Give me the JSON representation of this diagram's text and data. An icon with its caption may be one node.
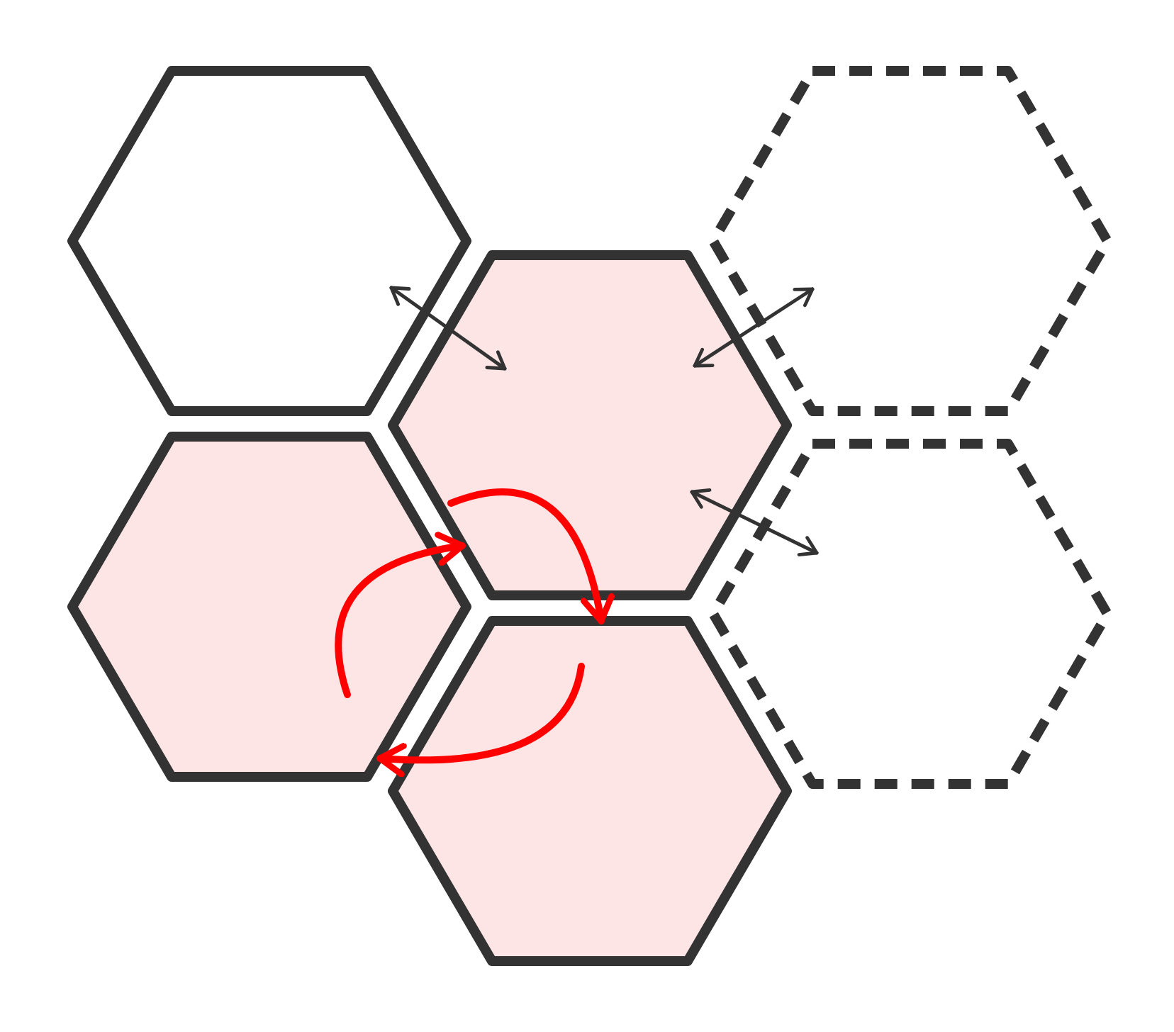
{
  "diagram": {
    "nodes": [
      {
        "text": [],
        "shape": "hexagon"
      },
      {
        "text": [],
        "shape": "hexagon"
      },
      {
        "text": [],
        "shape": "hexagon"
      },
      {
        "text": [],
        "shape": "hexagon"
      },
      {
        "text": [],
        "shape": "hexagon"
      },
      {
        "text": [],
        "shape": "hexagon"
      }
    ],
    "edges": [
      {
        "from": 0,
        "to": 2,
        "arrow": "both"
      },
      {
        "from": 2,
        "to": 1,
        "arrow": "both"
      },
      {
        "from": 2,
        "to": 4,
        "arrow": "both"
      },
      {
        "from": 3,
        "to": 2,
        "arrow": "to",
        "style": "thick",
        "color": "#ff0000"
      },
      {
        "from": 2,
        "to": 5,
        "arrow": "to",
        "style": "thick",
        "color": "#ff0000"
      },
      {
        "from": 5,
        "to": 3,
        "arrow": "to",
        "style": "thick",
        "color": "#ff0000"
      }
    ]
  }
}
